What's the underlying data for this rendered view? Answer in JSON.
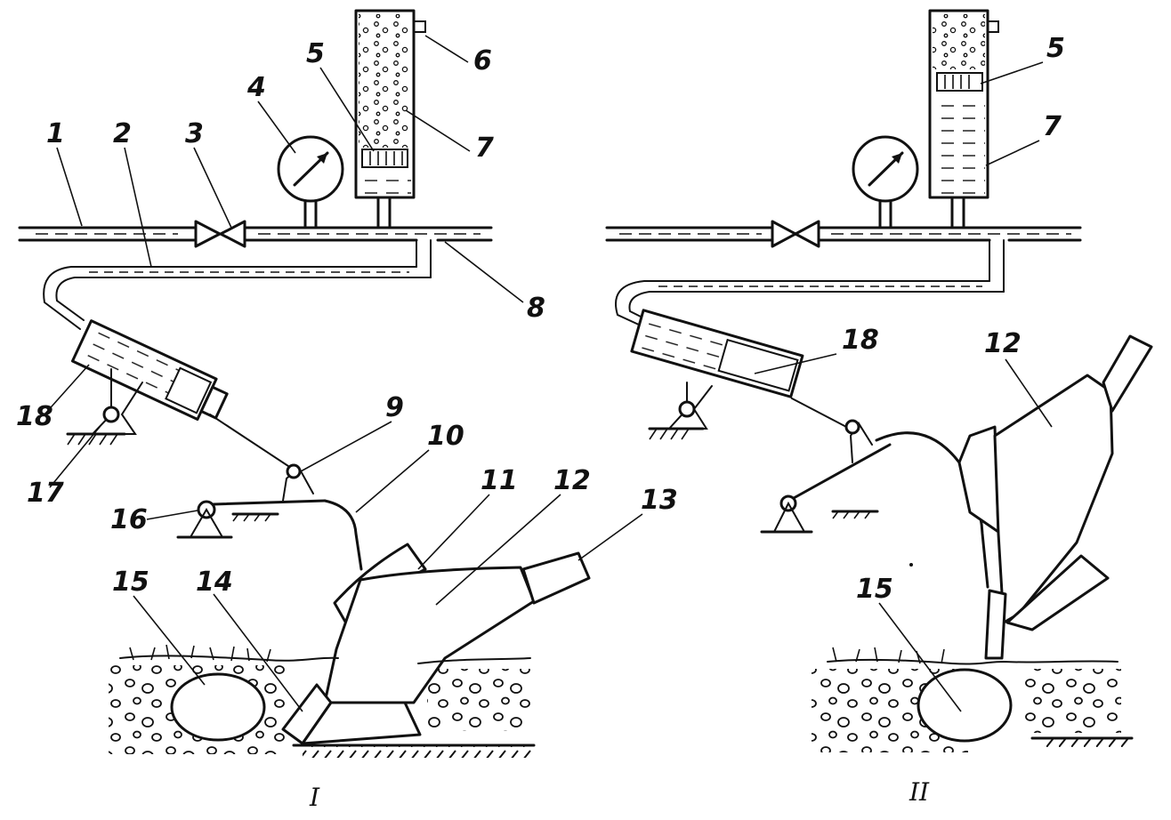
{
  "left_panel": {
    "caption": "I",
    "labels": [
      "1",
      "2",
      "3",
      "4",
      "5",
      "6",
      "7",
      "8",
      "9",
      "10",
      "11",
      "12",
      "13",
      "14",
      "15",
      "16",
      "17",
      "18"
    ]
  },
  "right_panel": {
    "caption": "II",
    "labels": [
      "5",
      "7",
      "12",
      "15",
      "18"
    ]
  }
}
